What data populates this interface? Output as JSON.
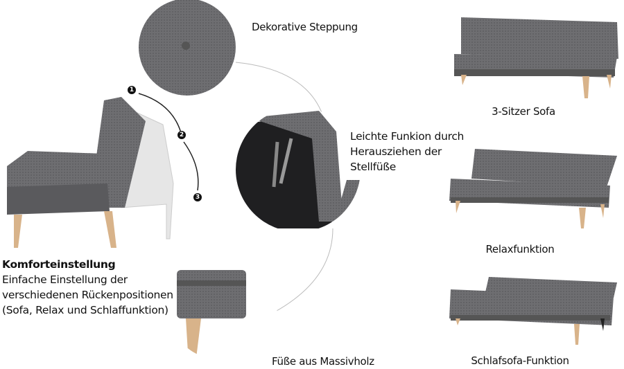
{
  "features": {
    "tufting": "Dekorative Steppung",
    "mechanism": [
      "Leichte Funkion durch",
      "Herausziehen der",
      "Stellfüße"
    ],
    "legs": "Füße aus Massivholz",
    "comfort": {
      "title": "Komforteinstellung",
      "lines": [
        "Einfache Einstellung der",
        "verschiedenen Rückenpositionen",
        "(Sofa, Relax und Schlaffunktion)"
      ]
    }
  },
  "positions": [
    {
      "label": "3-Sitzer Sofa"
    },
    {
      "label": "Relaxfunktion"
    },
    {
      "label": "Schlafsofa-Funktion"
    }
  ],
  "steps": [
    "1",
    "2",
    "3"
  ],
  "colors": {
    "fabric": "#6b6b6e",
    "fabric_dark": "#4f4f52",
    "wood": "#d8b38a",
    "text": "#111111"
  }
}
